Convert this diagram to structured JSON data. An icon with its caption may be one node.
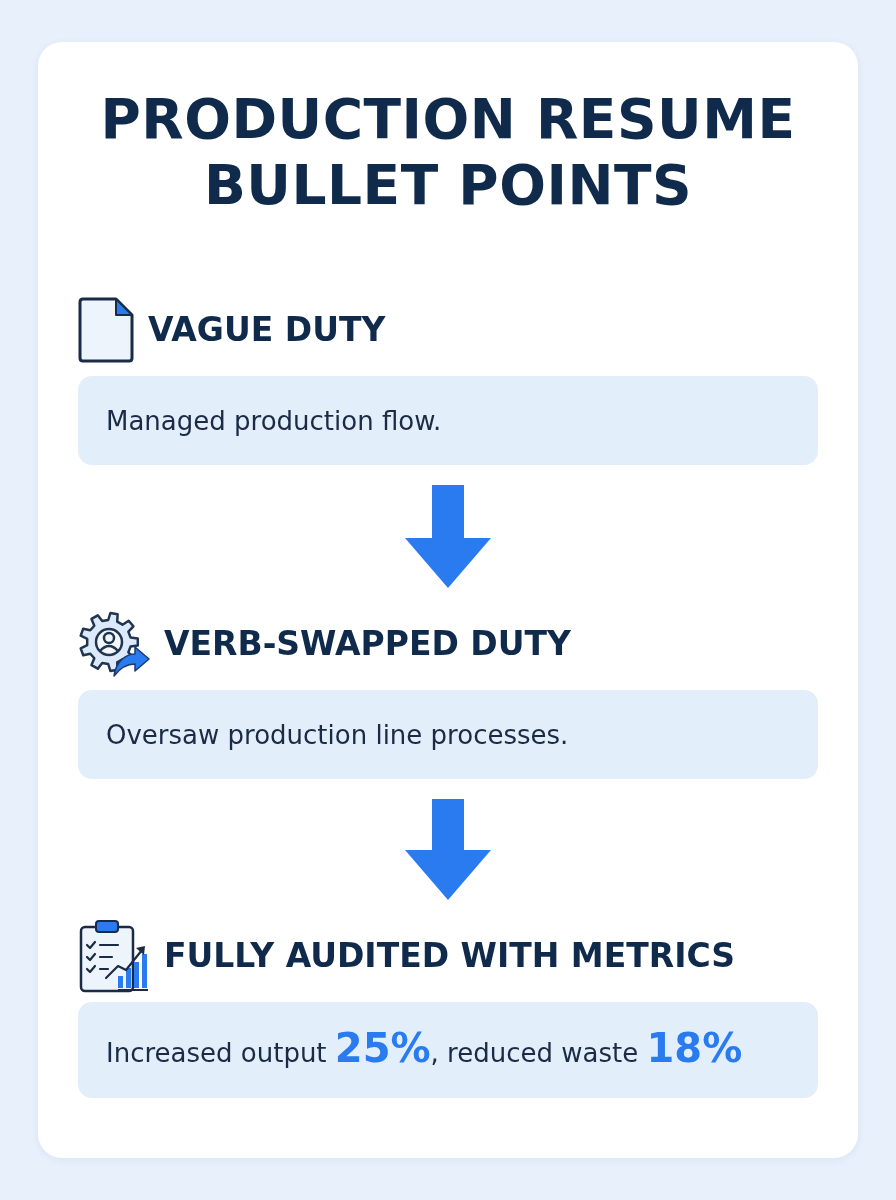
{
  "diagram": {
    "title": "PRODUCTION RESUME BULLET POINTS",
    "nodes": [
      {
        "text": [
          "VAGUE DUTY",
          "Managed production flow."
        ]
      },
      {
        "text": [
          "VERB-SWAPPED DUTY",
          "Oversaw production line processes."
        ]
      },
      {
        "text": [
          "FULLY AUDITED WITH METRICS",
          "Increased output **25%**, reduced waste **18%**"
        ]
      }
    ],
    "edges": [
      {
        "from": 0,
        "to": 1,
        "arrow": "to"
      },
      {
        "from": 1,
        "to": 2,
        "arrow": "to"
      }
    ]
  }
}
